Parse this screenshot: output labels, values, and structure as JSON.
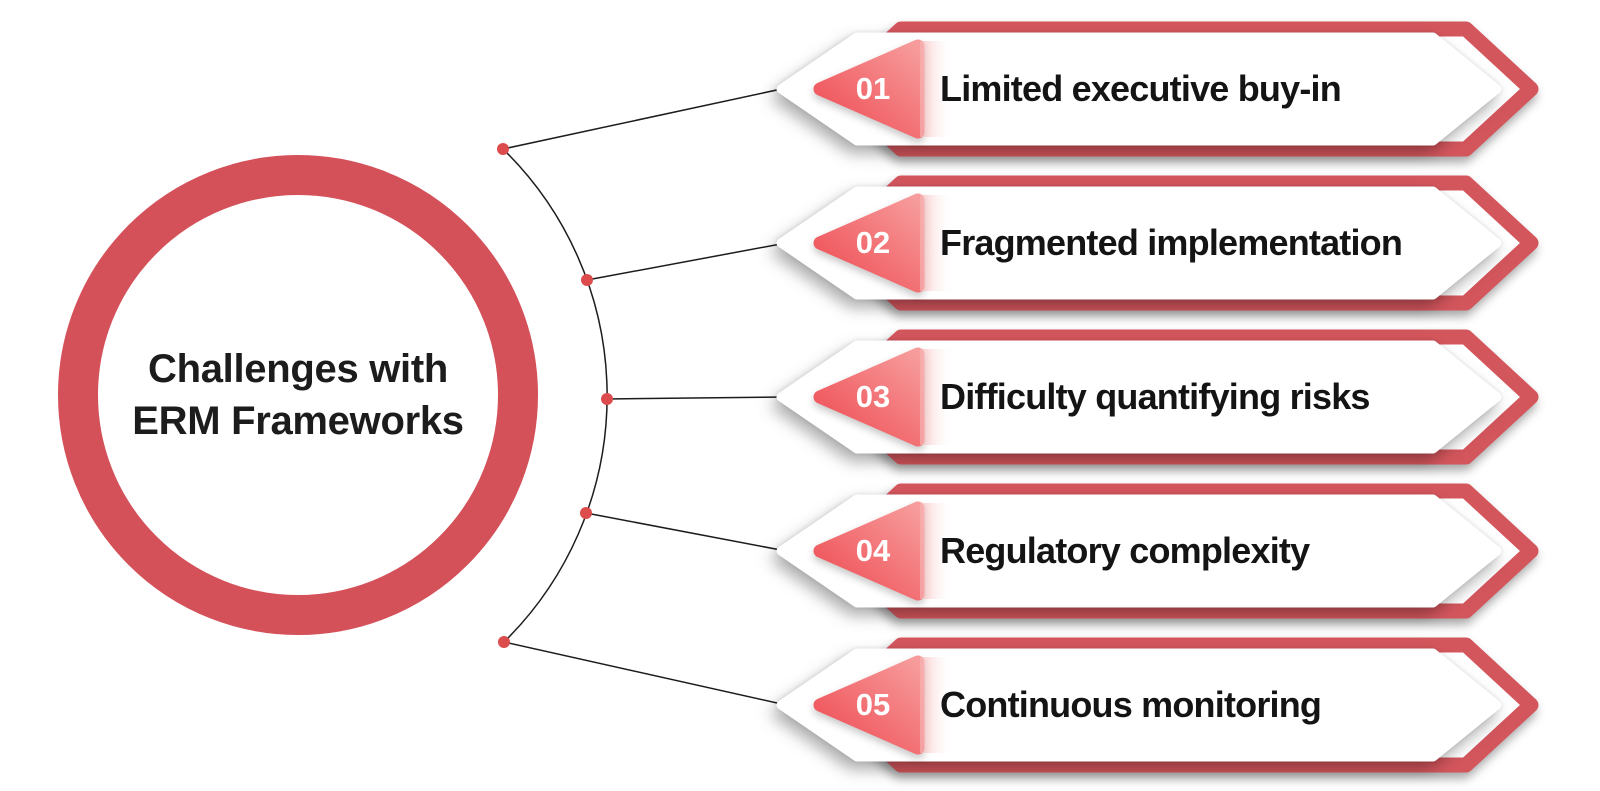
{
  "title": {
    "line1": "Challenges with",
    "line2": "ERM Frameworks"
  },
  "banners": [
    {
      "number": "01",
      "label": "Limited executive buy-in"
    },
    {
      "number": "02",
      "label": "Fragmented implementation"
    },
    {
      "number": "03",
      "label": "Difficulty quantifying risks"
    },
    {
      "number": "04",
      "label": "Regulatory complexity"
    },
    {
      "number": "05",
      "label": "Continuous monitoring"
    }
  ],
  "colors": {
    "ring_red": "#d5515a",
    "frame_red": "#d4565d",
    "badge_gradient_start": "#ee4a51",
    "badge_gradient_end": "#f79c9c",
    "badge_fade": "#f6b3b2",
    "dot_red": "#dc4c4c",
    "connector_line": "#1c1c1c",
    "title_text": "#1c1c1c",
    "label_text": "#141414"
  }
}
